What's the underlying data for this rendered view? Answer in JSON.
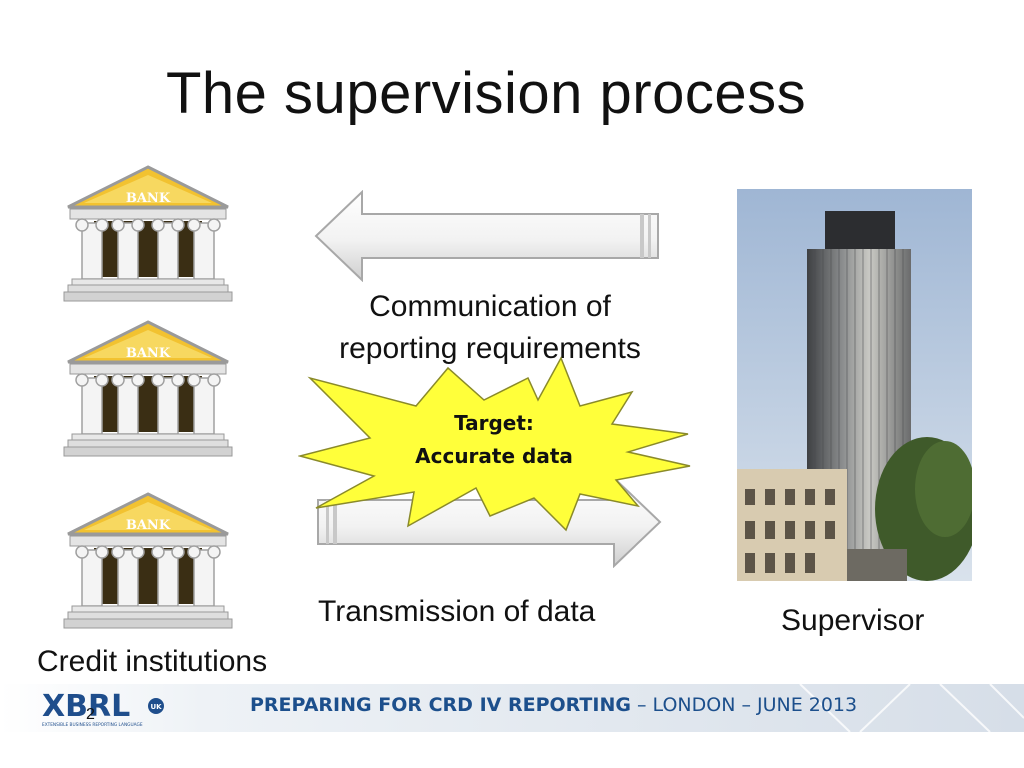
{
  "slide": {
    "title": "The supervision process",
    "page_number": "2"
  },
  "banks": {
    "sign_label": "BANK",
    "caption": "Credit institutions"
  },
  "communication": {
    "line1": "Communication of",
    "line2": "reporting requirements"
  },
  "target": {
    "line1": "Target:",
    "line2": "Accurate data"
  },
  "transmission": {
    "label": "Transmission of data"
  },
  "supervisor": {
    "label": "Supervisor"
  },
  "footer": {
    "logo_text": "XBRL",
    "logo_badge": "UK",
    "logo_subtitle": "EXTENSIBLE BUSINESS REPORTING LANGUAGE",
    "event_bold": "PREPARING FOR CRD IV REPORTING",
    "event_light": " – LONDON – JUNE 2013"
  },
  "colors": {
    "starburst": "#ffff3a",
    "bank_roof": "#f2c230",
    "footer_text": "#1c4f8c"
  }
}
